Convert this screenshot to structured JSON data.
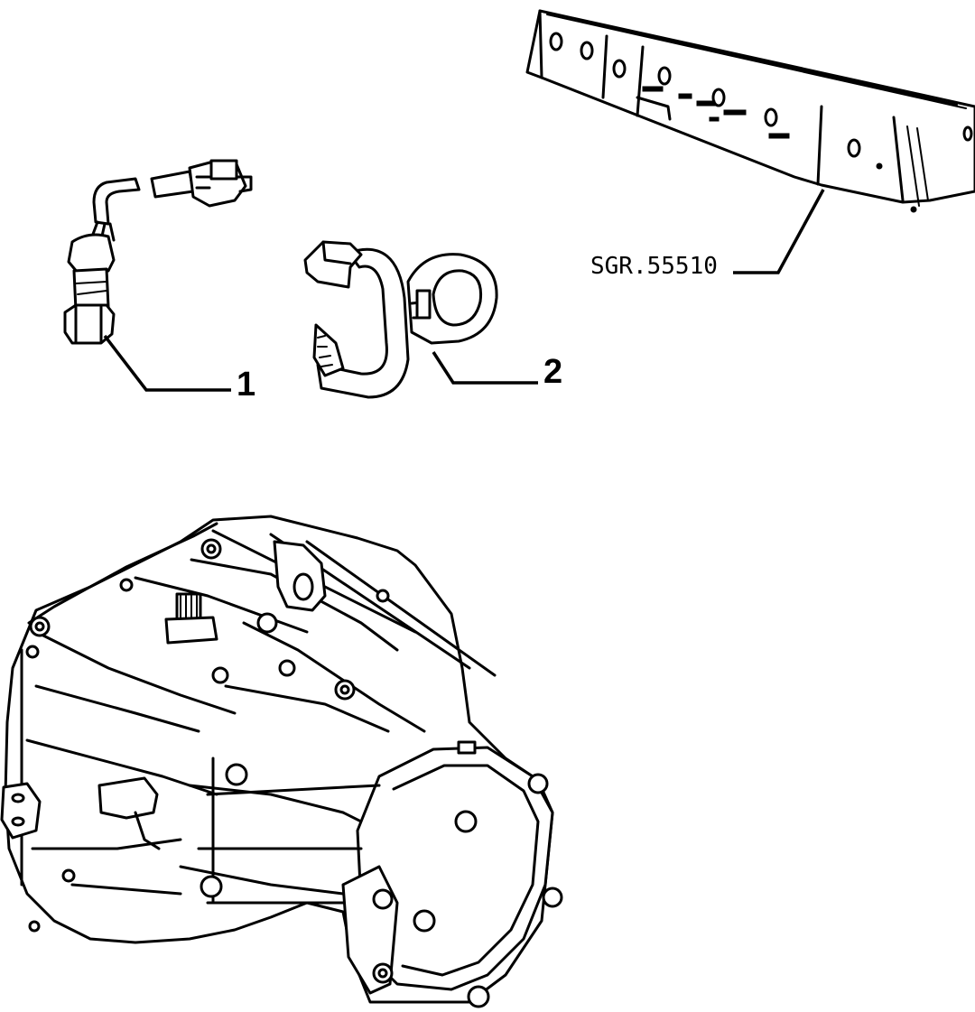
{
  "diagram": {
    "reference_code": "SGR.55510",
    "callouts": [
      {
        "label": "1",
        "part": "speedometer-sensor"
      },
      {
        "label": "2",
        "part": "cable-clip"
      }
    ]
  },
  "icons": {
    "sensor": "speedometer-sensor-icon",
    "clip": "cable-clip-icon",
    "instrument_panel": "instrument-panel-icon",
    "gearbox": "gearbox-icon"
  }
}
